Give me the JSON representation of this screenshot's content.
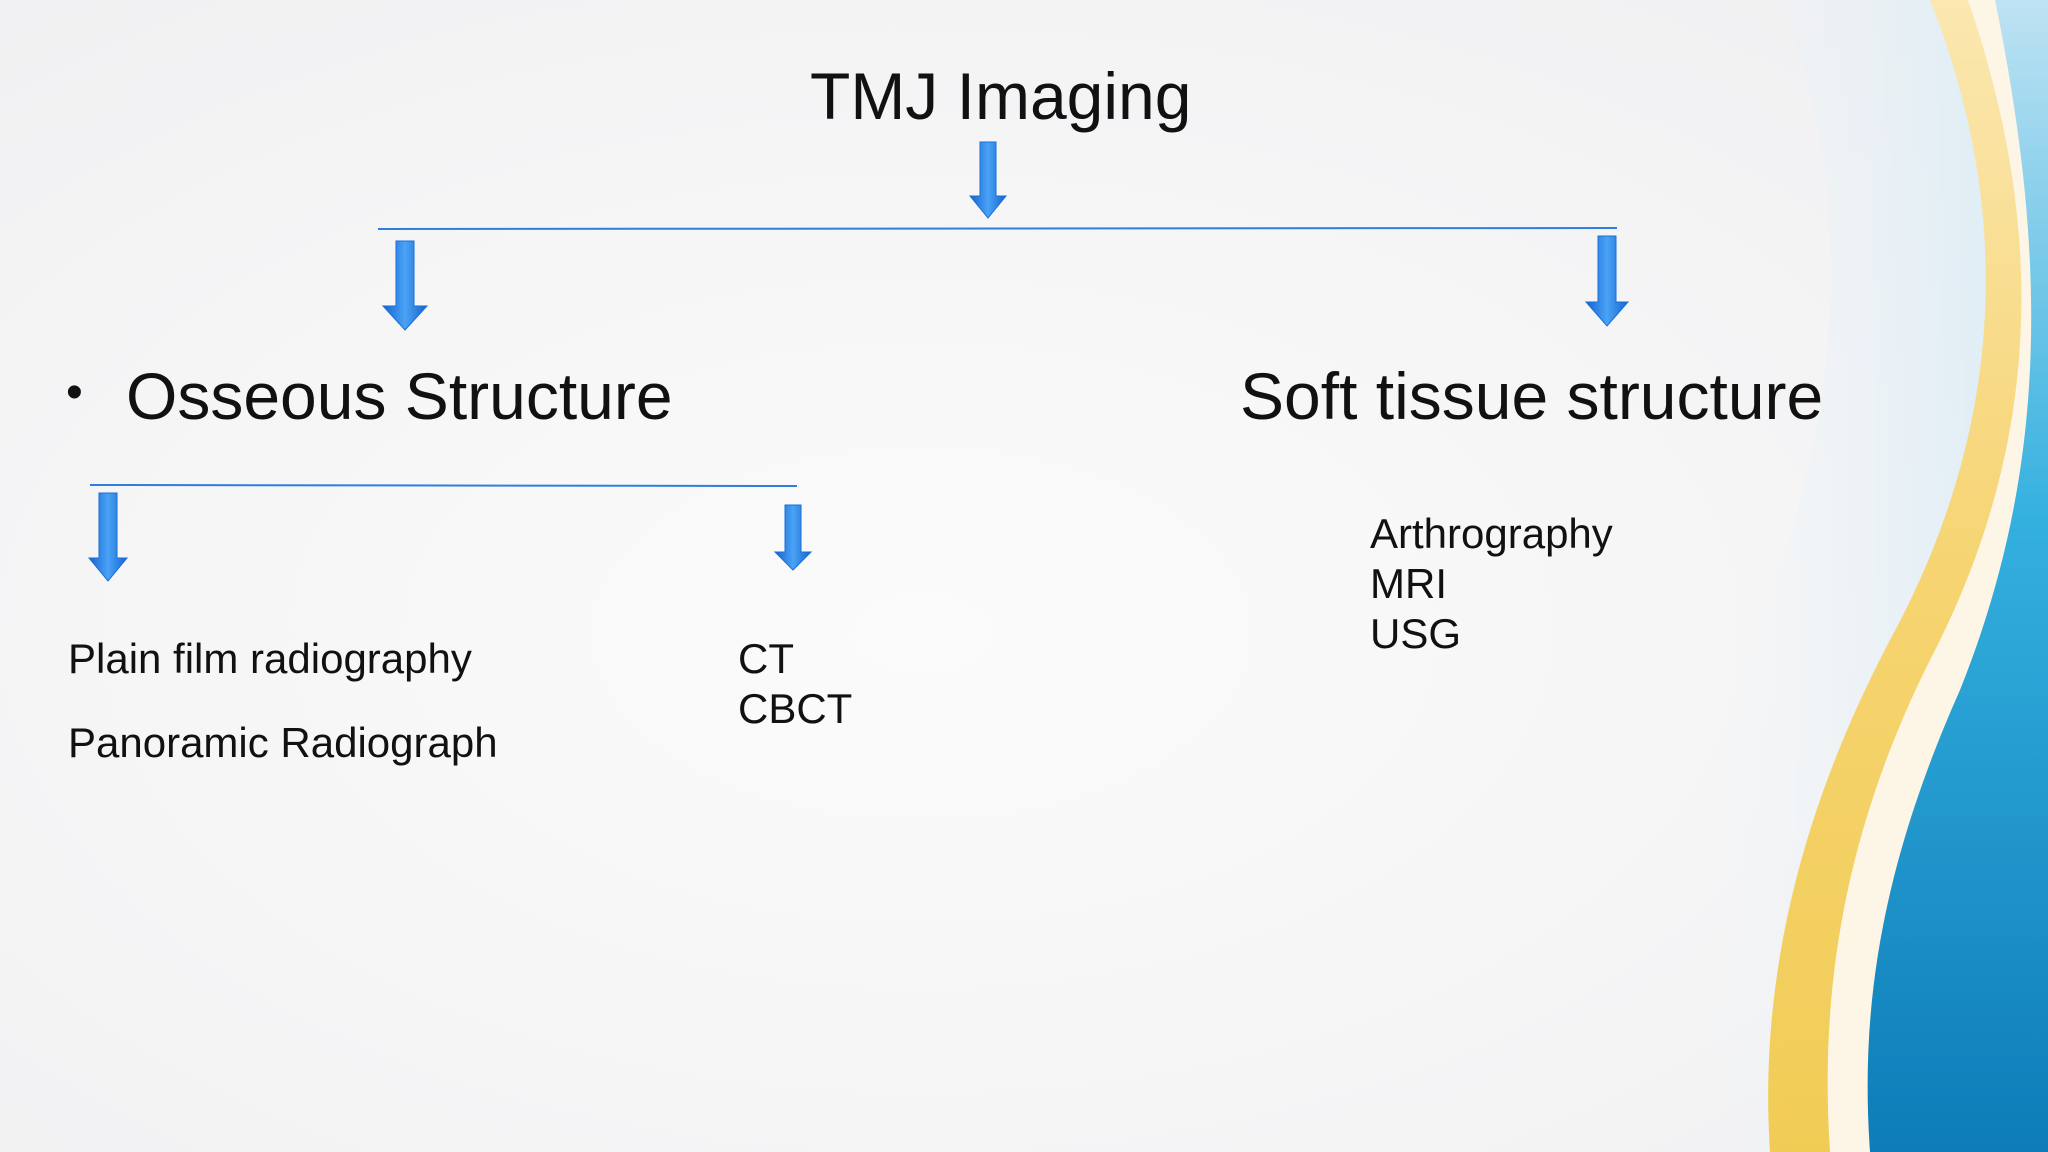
{
  "diagram": {
    "title": "TMJ Imaging",
    "bullet_glyph": "•",
    "branches": {
      "osseous": {
        "label": "Osseous Structure",
        "plain_film": "Plain film radiography",
        "panoramic": "Panoramic Radiograph",
        "ct": "CT",
        "cbct": "CBCT"
      },
      "soft_tissue": {
        "label": "Soft tissue structure",
        "arthrography": "Arthrography",
        "mri": "MRI",
        "usg": "USG"
      }
    }
  },
  "colors": {
    "connector": "#2f7de1",
    "arrow_light": "#4aa3f5",
    "arrow_dark": "#1463d0",
    "text": "#111111",
    "wave_yellow": "#f3d36b",
    "wave_blue": "#1b9ad6"
  }
}
